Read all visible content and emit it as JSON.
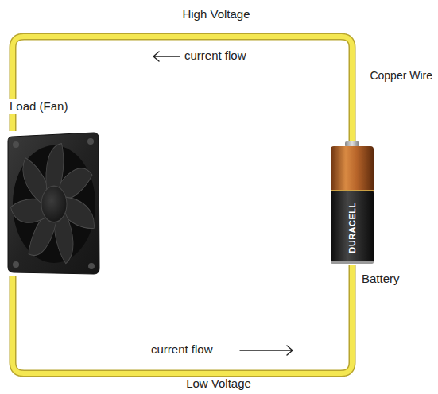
{
  "diagram": {
    "nodes": [
      {
        "text": [
          "Load (Fan)"
        ]
      },
      {
        "text": [
          "Battery",
          "DURACELL"
        ]
      }
    ],
    "edges": [
      {
        "from": 1,
        "to": 0,
        "arrow": "none",
        "label": "current flow"
      },
      {
        "from": 0,
        "to": 1,
        "arrow": "none",
        "label": "current flow"
      }
    ],
    "labels": [
      "High Voltage",
      "Copper Wire",
      "Low Voltage"
    ]
  }
}
